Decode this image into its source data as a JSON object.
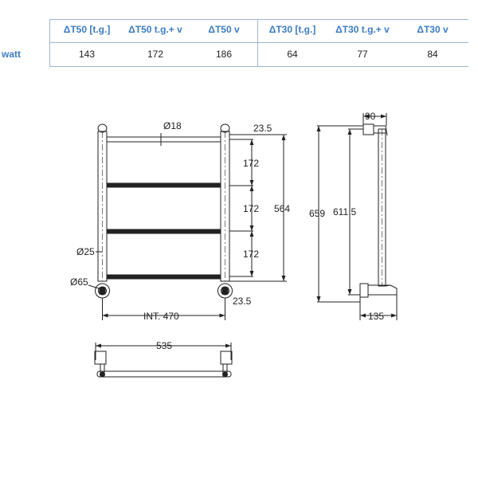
{
  "spec_table": {
    "headers": [
      "ΔT50 [t.g.]",
      "ΔT50 t.g.+ v",
      "ΔT50 v",
      "ΔT30 [t.g.]",
      "ΔT30 t.g.+ v",
      "ΔT30 v"
    ],
    "row_label": "watt",
    "values": [
      "143",
      "172",
      "186",
      "64",
      "77",
      "84"
    ],
    "colors": {
      "header": "#3b7cc4",
      "grid": "#9db6d3"
    }
  },
  "front_view": {
    "dims": {
      "tube_diameter": "Ø18",
      "top_offset": "23.5",
      "spacing_1": "172",
      "spacing_2": "172",
      "spacing_3": "172",
      "height": "564",
      "upright_diameter": "Ø25",
      "flange_diameter": "Ø65",
      "bottom_offset": "23.5",
      "interaxis": "INT. 470"
    }
  },
  "side_view": {
    "dims": {
      "depth_top": "90",
      "total_height": "659",
      "inner_height": "611.5",
      "depth_bottom": "135"
    }
  },
  "top_view": {
    "dims": {
      "width": "535"
    }
  }
}
